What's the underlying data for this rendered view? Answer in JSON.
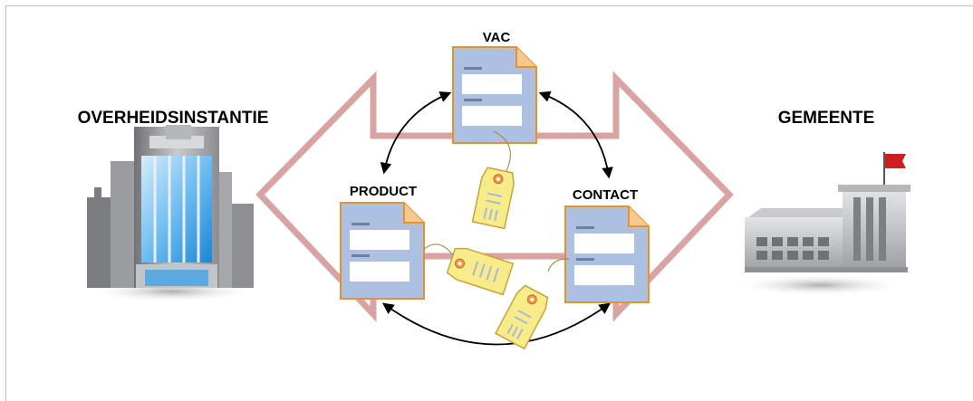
{
  "labels": {
    "left_entity": "OVERHEIDSINSTANTIE",
    "right_entity": "GEMEENTE",
    "doc_vac": "VAC",
    "doc_product": "PRODUCT",
    "doc_contact": "CONTACT"
  },
  "colors": {
    "arrow_outline": "#d9a3a3",
    "document_fill": "#aec0e2",
    "document_border": "#e8922c",
    "tag_fill": "#f8ec8a",
    "connector": "#000000",
    "flag": "#cc1f1f"
  },
  "icons": [
    "government-building-icon",
    "town-hall-icon",
    "document-icon",
    "label-tag-icon"
  ]
}
